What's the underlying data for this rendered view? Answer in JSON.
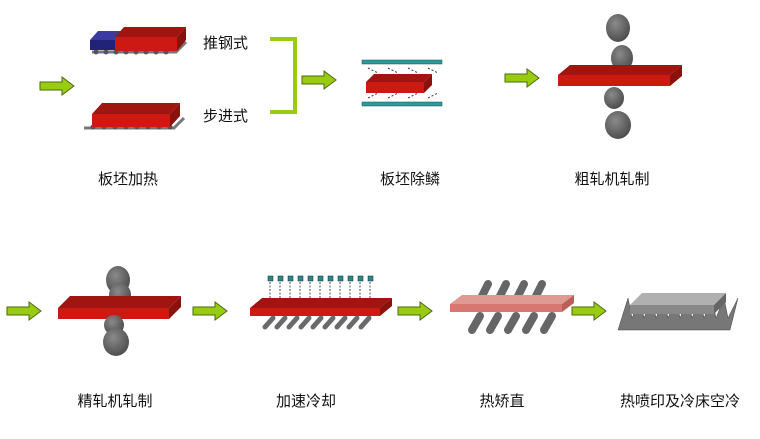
{
  "colors": {
    "arrow": "#99cc11",
    "slab": "#cc1a12",
    "slab_top": "#a01510",
    "pusher": "#2a2a88",
    "roll": "#666666",
    "scale_plate": "#2a9a9a"
  },
  "heating": {
    "title": "板坯加热",
    "pusher_label": "推钢式",
    "walking_label": "步进式"
  },
  "descaling": {
    "title": "板坯除鳞"
  },
  "roughing": {
    "title": "粗轧机轧制"
  },
  "finishing": {
    "title": "精轧机轧制"
  },
  "cooling": {
    "title": "加速冷却"
  },
  "leveling": {
    "title": "热矫直"
  },
  "cooling_bed": {
    "title": "热喷印及冷床空冷"
  }
}
